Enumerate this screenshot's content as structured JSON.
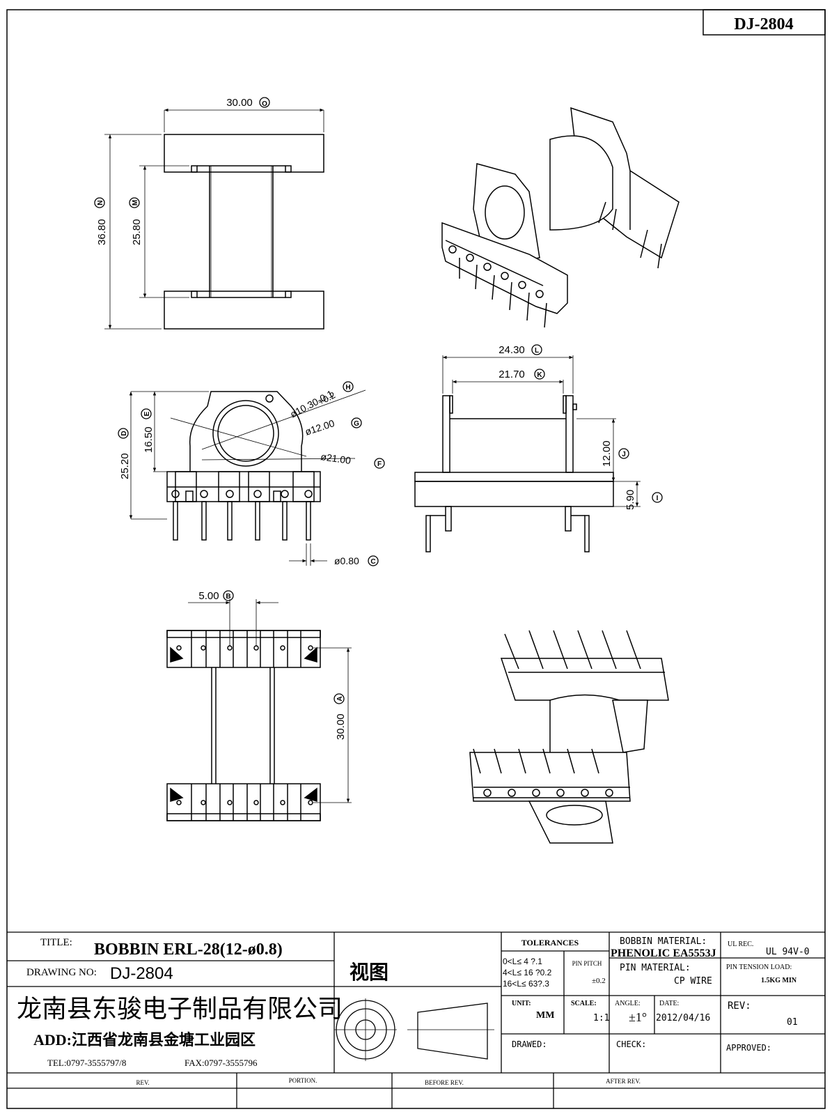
{
  "drawing_code": "DJ-2804",
  "dimensions": {
    "d30_top": "30.00",
    "O": "O",
    "d36_80": "36.80",
    "N": "N",
    "d25_80": "25.80",
    "M": "M",
    "d24_30": "24.30",
    "L": "L",
    "d21_70": "21.70",
    "K": "K",
    "d12_00_j": "12.00",
    "J": "J",
    "d5_90": "5.90",
    "I": "I",
    "tol_plus": "+0.2",
    "d10_30": "ø10.30-0.1",
    "H": "H",
    "d12_00_g": "ø12.00",
    "G": "G",
    "d21_00": "ø21.00",
    "F": "F",
    "d16_50": "16.50",
    "E": "E",
    "d25_20": "25.20",
    "D": "D",
    "d0_80": "ø0.80",
    "C": "C",
    "d5_00": "5.00",
    "B": "B",
    "d30_bottom": "30.00",
    "A": "A"
  },
  "title_block": {
    "title_label": "TITLE:",
    "title_value": "BOBBIN ERL-28(12-ø0.8)",
    "drawing_no_label": "DRAWING NO:",
    "drawing_no_value": "DJ-2804",
    "view_label": "视图",
    "company": "龙南县东骏电子制品有限公司",
    "address": "ADD:江西省龙南县金塘工业园区",
    "tel": "TEL:0797-3555797/8",
    "fax": "FAX:0797-3555796",
    "tolerances_label": "TOLERANCES",
    "tol_row1": "0<L≤ 4  ?.1",
    "tol_row2": "4<L≤ 16 ?0.2",
    "tol_row3": "16<L≤ 63?.3",
    "pin_pitch_label": "PIN PITCH",
    "pin_pitch_value": "±0.2",
    "bobbin_material_label": "BOBBIN MATERIAL:",
    "bobbin_material_value": "PHENOLIC EA5553J",
    "pin_material_label": "PIN MATERIAL:",
    "pin_material_value": "CP WIRE",
    "ul_rec_label": "UL REC.",
    "ul_rec_value": "UL  94V-0",
    "pin_tension_label": "PIN TENSION LOAD:",
    "pin_tension_value": "1.5KG MIN",
    "unit_label": "UNIT:",
    "unit_value": "MM",
    "scale_label": "SCALE:",
    "scale_value": "1:1",
    "angle_label": "ANGLE:",
    "angle_value": "±1°",
    "date_label": "DATE:",
    "date_value": "2012/04/16",
    "rev_label": "REV:",
    "rev_value": "01",
    "drawed_label": "DRAWED:",
    "check_label": "CHECK:",
    "approved_label": "APPROVED:",
    "rev_col": "REV.",
    "portion_col": "PORTION.",
    "before_rev_col": "BEFORE REV.",
    "after_rev_col": "AFTER REV."
  }
}
